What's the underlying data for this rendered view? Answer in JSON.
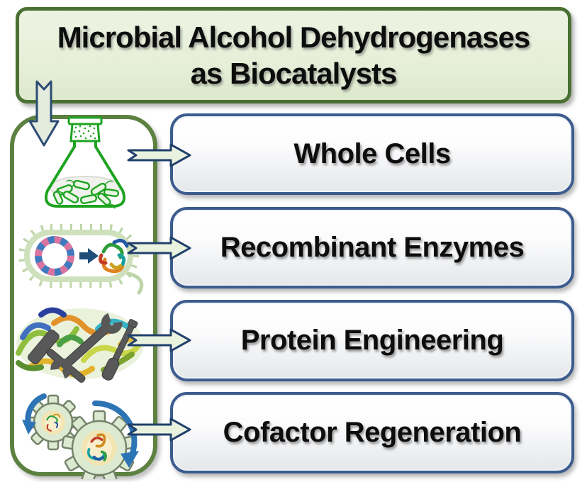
{
  "title": {
    "line1": "Microbial Alcohol Dehydrogenases",
    "line2": "as Biocatalysts"
  },
  "categories": [
    {
      "id": "whole-cells",
      "label": "Whole Cells",
      "icon": "erlenmeyer-flask-cells-icon"
    },
    {
      "id": "recombinant-enzymes",
      "label": "Recombinant Enzymes",
      "icon": "bacterium-plasmid-protein-icon"
    },
    {
      "id": "protein-engineering",
      "label": "Protein Engineering",
      "icon": "protein-structure-tools-icon"
    },
    {
      "id": "cofactor-regeneration",
      "label": "Cofactor Regeneration",
      "icon": "enzyme-gears-cycle-icon"
    }
  ],
  "colors": {
    "title_background": "#e8efdc",
    "title_border": "#4a7133",
    "sidebar_border": "#5c8140",
    "category_box_border": "#3d5c8e",
    "category_box_background_top": "#ffffff",
    "category_box_background_bottom": "#e5e7ea",
    "connector_arrow_fill": "#e9f2df",
    "connector_arrow_outline": "#21406b",
    "flask_green": "#1ea321",
    "bacterium_membrane_green": "#c3d9ad",
    "plasmid_pink": "#d9739f",
    "plasmid_blue": "#4079bd",
    "tools_gray": "#585858",
    "gear_fill": "#dcead2",
    "cycle_arrow_blue": "#2d74b5",
    "text_color": "#0d0d0d"
  }
}
